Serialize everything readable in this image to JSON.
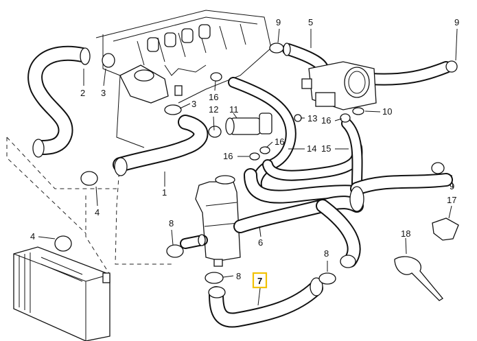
{
  "diagram": {
    "callouts": {
      "c9_top_left": "9",
      "c5": "5",
      "c9_top_right": "9",
      "c2": "2",
      "c3_left": "3",
      "c3_mid": "3",
      "c16_top": "16",
      "c12": "12",
      "c11": "11",
      "c13": "13",
      "c16_right": "16",
      "c10": "10",
      "c16_left": "16",
      "c16_mid": "16",
      "c14": "14",
      "c15": "15",
      "c1": "1",
      "c4_mid": "4",
      "c4_left": "4",
      "c9_right": "9",
      "c17": "17",
      "c8_left": "8",
      "c6": "6",
      "c18": "18",
      "c8_bottom": "8",
      "c8_right": "8",
      "c7": "7"
    },
    "highlight_color": "#f2c200"
  }
}
